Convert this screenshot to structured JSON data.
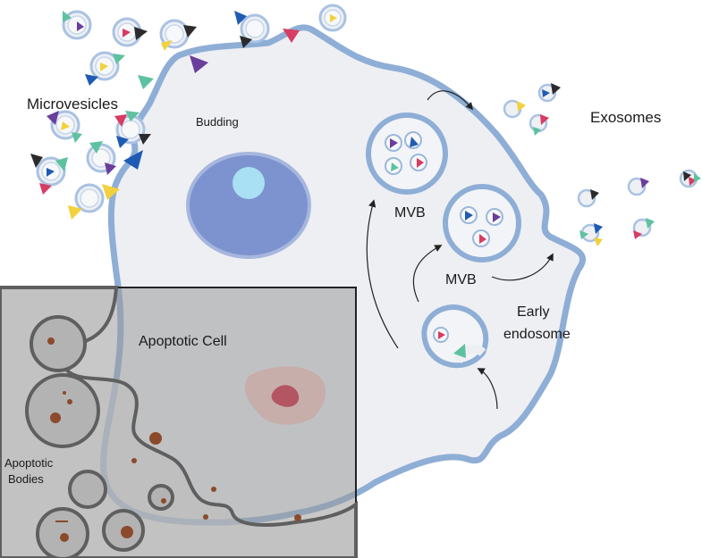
{
  "labels": {
    "microvesicles": "Microvesicles",
    "budding": "Budding",
    "mvb_top": "MVB",
    "mvb_bottom": "MVB",
    "early_endosome_line1": "Early",
    "early_endosome_line2": "endosome",
    "exosomes": "Exosomes",
    "apoptotic_cell": "Apoptotic Cell",
    "apoptotic_bodies_line1": "Apoptotic",
    "apoptotic_bodies_line2": "Bodies"
  },
  "colors": {
    "membrane": "#8eaed6",
    "membrane_dark": "#6f90bd",
    "cytoplasm": "#eeeff3",
    "nucleus": "#7d93cf",
    "nucleolus": "#a9e0f3",
    "apoptotic_overlay": "#8f8f8f",
    "apoptotic_membrane": "#5f5f5f",
    "apoptotic_fragment": "#8b4a2b",
    "marker_green": "#5ec1a0",
    "marker_blue": "#1f5bb3",
    "marker_red": "#d73c63",
    "marker_purple": "#6a3e9c",
    "marker_yellow": "#f2d13c",
    "marker_black": "#2b2b2b"
  }
}
